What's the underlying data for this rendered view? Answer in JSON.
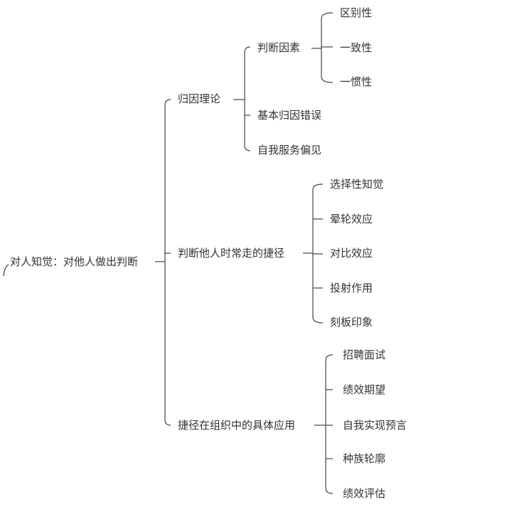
{
  "root": "对人知觉：对他人做出判断",
  "branches": [
    {
      "label": "归因理论",
      "children": [
        {
          "label": "判断因素",
          "children": [
            "区别性",
            "一致性",
            "一惯性"
          ]
        },
        {
          "label": "基本归因错误"
        },
        {
          "label": "自我服务偏见"
        }
      ]
    },
    {
      "label": "判断他人时常走的捷径",
      "children": [
        "选择性知觉",
        "晕轮效应",
        "对比效应",
        "投射作用",
        "刻板印象"
      ]
    },
    {
      "label": "捷径在组织中的具体应用",
      "children": [
        "招聘面试",
        "绩效期望",
        "自我实现预言",
        "种族轮廓",
        "绩效评估"
      ]
    }
  ]
}
